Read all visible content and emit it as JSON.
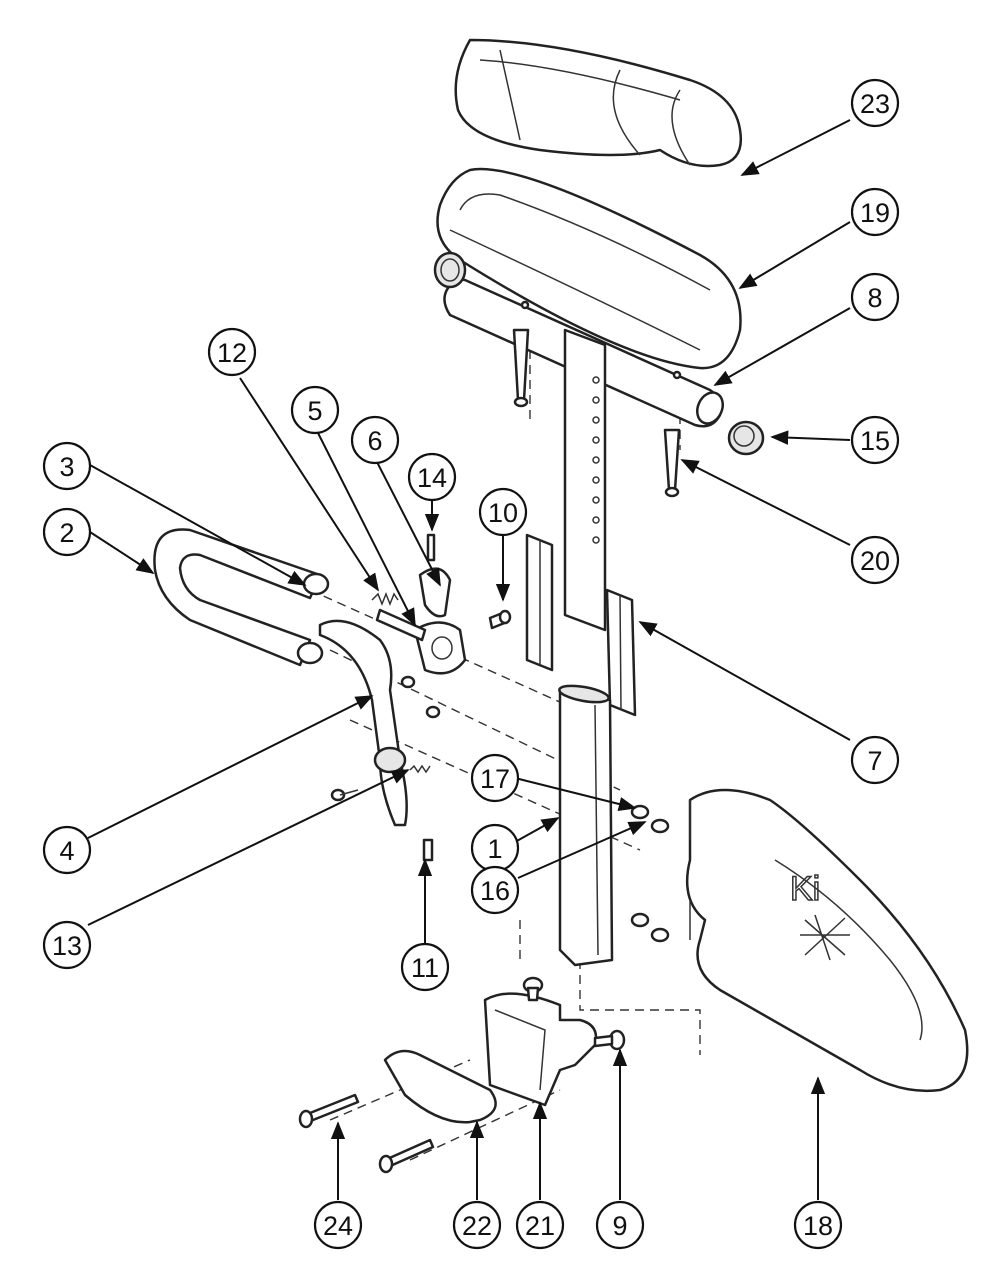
{
  "callouts": [
    {
      "id": "1",
      "label": "1"
    },
    {
      "id": "2",
      "label": "2"
    },
    {
      "id": "3",
      "label": "3"
    },
    {
      "id": "4",
      "label": "4"
    },
    {
      "id": "5",
      "label": "5"
    },
    {
      "id": "6",
      "label": "6"
    },
    {
      "id": "7",
      "label": "7"
    },
    {
      "id": "8",
      "label": "8"
    },
    {
      "id": "9",
      "label": "9"
    },
    {
      "id": "10",
      "label": "10"
    },
    {
      "id": "11",
      "label": "11"
    },
    {
      "id": "12",
      "label": "12"
    },
    {
      "id": "13",
      "label": "13"
    },
    {
      "id": "14",
      "label": "14"
    },
    {
      "id": "15",
      "label": "15"
    },
    {
      "id": "16",
      "label": "16"
    },
    {
      "id": "17",
      "label": "17"
    },
    {
      "id": "18",
      "label": "18"
    },
    {
      "id": "19",
      "label": "19"
    },
    {
      "id": "20",
      "label": "20"
    },
    {
      "id": "21",
      "label": "21"
    },
    {
      "id": "22",
      "label": "22"
    },
    {
      "id": "23",
      "label": "23"
    },
    {
      "id": "24",
      "label": "24"
    }
  ],
  "logo": {
    "text": "Ki"
  }
}
